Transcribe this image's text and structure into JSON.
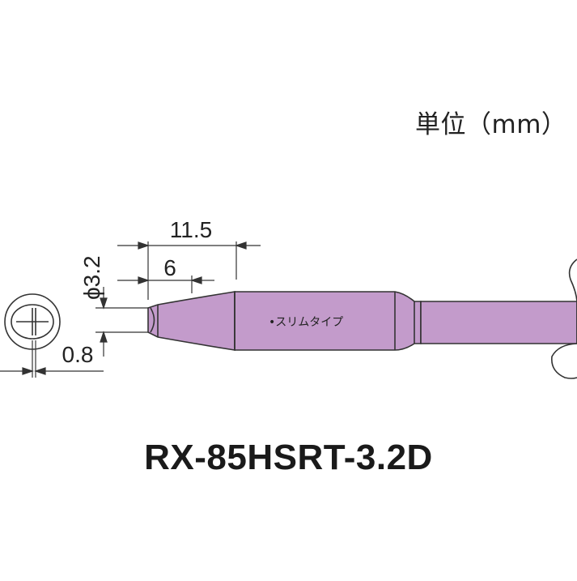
{
  "unit": "単位（mm）",
  "model": "RX-85HSRT-3.2D",
  "note": "•スリムタイプ",
  "dimensions": {
    "overall_length": "11.5",
    "taper_length": "6",
    "diameter": "ϕ3.2",
    "tip_thickness": "0.8"
  },
  "colors": {
    "tip_body": "#c39bcb",
    "outline": "#333333",
    "dimension_line": "#333333"
  }
}
